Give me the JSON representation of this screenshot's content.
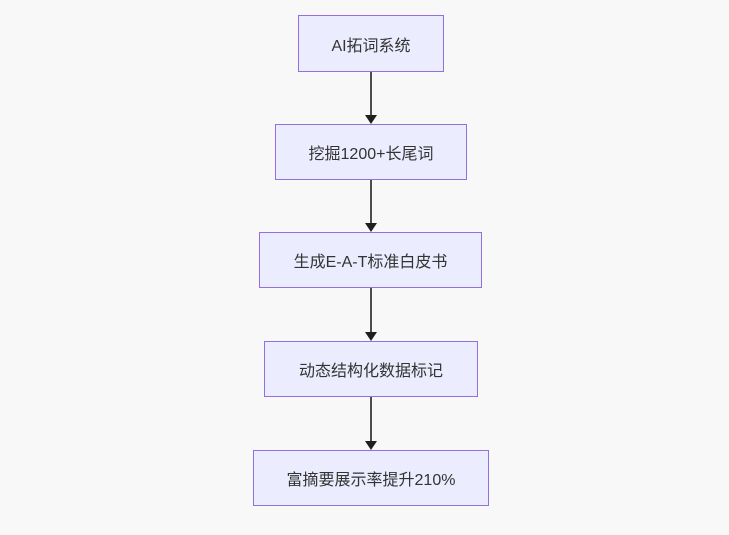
{
  "theme": {
    "canvas_bg": "#f8f8f8",
    "node_fill": "#ececff",
    "node_border": "#9370db",
    "edge_color": "#4d4d4d",
    "arrowhead_color": "#1f1f1f",
    "text_color": "#333333"
  },
  "diagram": {
    "type": "flowchart",
    "direction": "top-down",
    "nodes": [
      {
        "label": "AI拓词系统"
      },
      {
        "label": "挖掘1200+长尾词"
      },
      {
        "label": "生成E-A-T标准白皮书"
      },
      {
        "label": "动态结构化数据标记"
      },
      {
        "label": "富摘要展示率提升210%"
      }
    ],
    "edges": [
      {
        "from": 0,
        "to": 1
      },
      {
        "from": 1,
        "to": 2
      },
      {
        "from": 2,
        "to": 3
      },
      {
        "from": 3,
        "to": 4
      }
    ]
  }
}
